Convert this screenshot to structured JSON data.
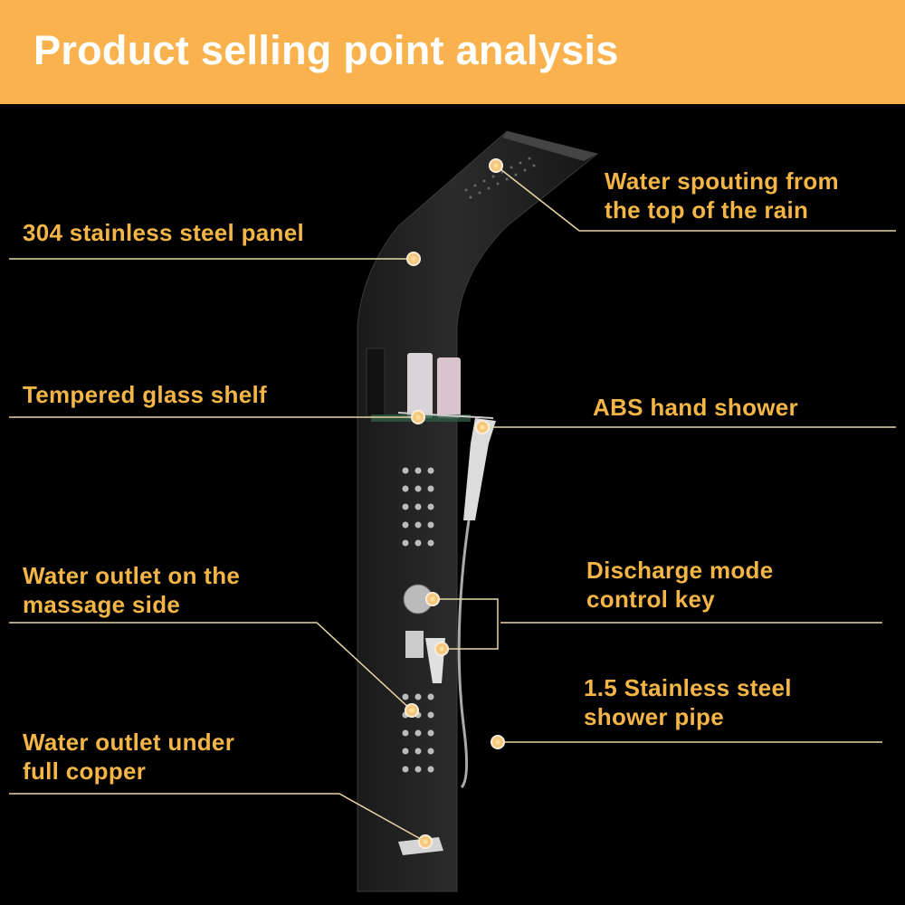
{
  "header": {
    "title": "Product selling point analysis"
  },
  "labels": {
    "panel": "304 stainless steel panel",
    "rain_line1": "Water spouting from",
    "rain_line2": "the top of the rain",
    "shelf": "Tempered glass shelf",
    "hand_shower": "ABS hand shower",
    "massage_line1": "Water outlet on the",
    "massage_line2": "massage side",
    "control_line1": "Discharge mode",
    "control_line2": "control key",
    "pipe_line1": "1.5 Stainless steel",
    "pipe_line2": "shower pipe",
    "copper_line1": "Water outlet under",
    "copper_line2": "full copper"
  },
  "colors": {
    "header": "#f9b24e",
    "label": "#f3b545",
    "leader": "#e9d6a8",
    "background": "#000000"
  }
}
